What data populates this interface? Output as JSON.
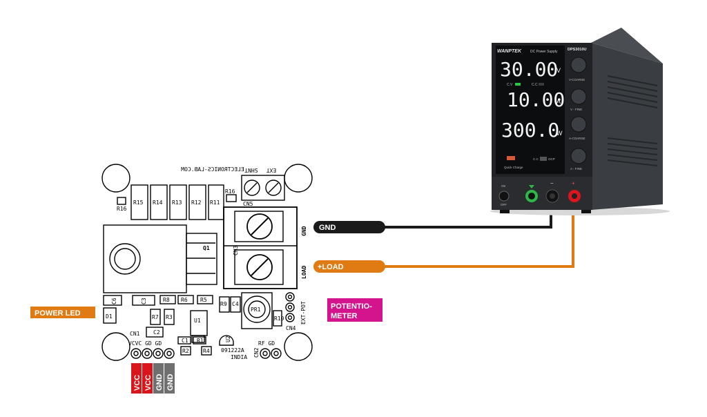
{
  "pcb": {
    "website": "ELECTRONICS-LAB.COM",
    "shnt": "SHNT",
    "ext": "EXT",
    "r16_top": "R16",
    "r16_left": "R16",
    "resistors": [
      "R15",
      "R14",
      "R13",
      "R12",
      "R11"
    ],
    "cn5": "CN5",
    "cn3": "CN3",
    "gnd_terminal": "GND",
    "load_terminal": "LOAD",
    "q1": "Q1",
    "c6": "C6",
    "c3": "C3",
    "r8": "R8",
    "r6": "R6",
    "r5": "R5",
    "r9": "R9",
    "c4": "C4",
    "pr1": "PR1",
    "r10": "R10",
    "ext_pot": "EXT-POT",
    "cn4": "CN4",
    "d1": "D1",
    "r7": "R7",
    "r3": "R3",
    "u1": "U1",
    "u2": "U2",
    "cn1": "CN1",
    "c2": "C2",
    "c1": "C1",
    "r1": "R1",
    "r2": "R2",
    "r4": "R4",
    "code": "091222A",
    "india": "INDIA",
    "cn1_labels": "VCVC GD GD",
    "rf_gd": "RF GD",
    "cn2": "CN2"
  },
  "labels": {
    "gnd": "GND",
    "load": "+LOAD",
    "power_led": "POWER LED",
    "pot_line1": "POTENTIO-",
    "pot_line2": "METER",
    "pins": [
      "VCC",
      "VCC",
      "GND",
      "GND"
    ]
  },
  "psu": {
    "brand": "WANPTEK",
    "subtitle": "DC Power Supply",
    "model": "DPS3010U",
    "voltage": "30.00",
    "current": "10.00",
    "power": "300.0",
    "unit_v": "V",
    "unit_a": "A",
    "unit_w": "W",
    "cv": "C.V",
    "cc": "C.C",
    "knob1": "V-COARSE",
    "knob2": "V - FINE",
    "knob3": "A-COARSE",
    "knob4": "A - FINE",
    "quick_charge": "Quick Charge",
    "ocp_cc": "C.C",
    "ocp": "OCP",
    "ok": "OK",
    "off": "OFF",
    "minus": "−",
    "plus": "+"
  },
  "colors": {
    "orange": "#e07a12",
    "magenta": "#d4148c",
    "red": "#d8161c",
    "grey": "#6f6f6f",
    "wire_dark": "#1a1a1a"
  }
}
